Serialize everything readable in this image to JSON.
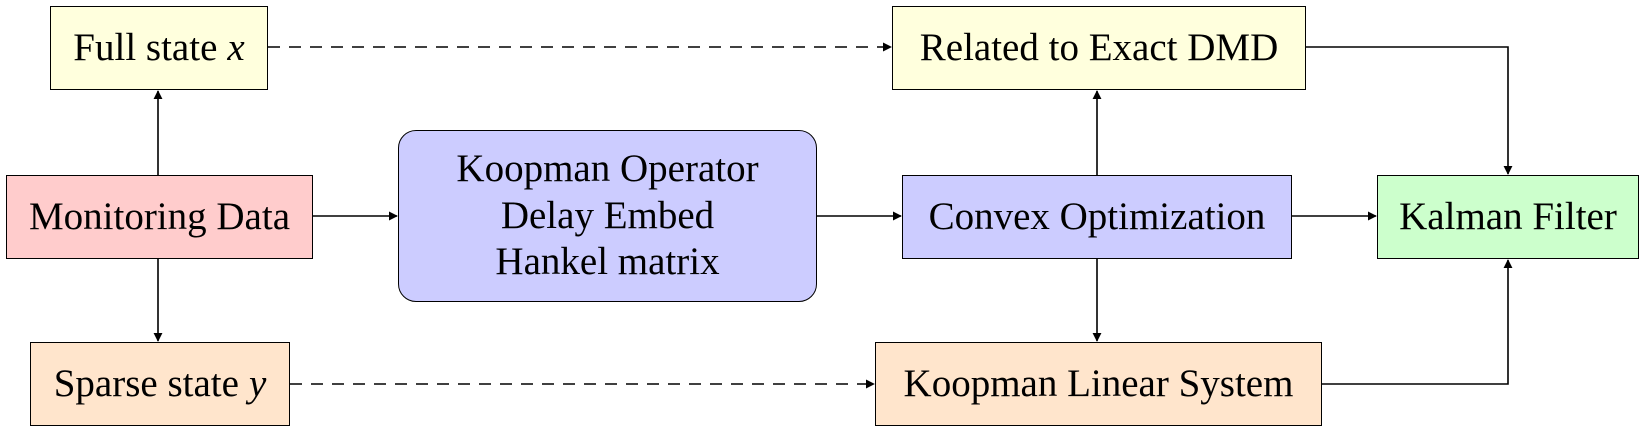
{
  "nodes": {
    "full_state": {
      "label": "Full state",
      "var": "x",
      "fill": "#ffffdd"
    },
    "exact_dmd": {
      "label": "Related to Exact DMD",
      "fill": "#ffffdd"
    },
    "monitoring": {
      "label": "Monitoring Data",
      "fill": "#ffcccc"
    },
    "koopman_op": {
      "lines": [
        "Koopman Operator",
        "Delay Embed",
        "Hankel matrix"
      ],
      "fill": "#ccccff"
    },
    "convex": {
      "label": "Convex Optimization",
      "fill": "#ccccff"
    },
    "kalman": {
      "label": "Kalman Filter",
      "fill": "#ccffcc"
    },
    "sparse_state": {
      "label": "Sparse state",
      "var": "y",
      "fill": "#ffe5cc"
    },
    "koopman_linear": {
      "label": "Koopman Linear System",
      "fill": "#ffe5cc"
    }
  },
  "edges": [
    {
      "from": "monitoring",
      "to": "full_state",
      "style": "solid"
    },
    {
      "from": "monitoring",
      "to": "sparse_state",
      "style": "solid"
    },
    {
      "from": "monitoring",
      "to": "koopman_op",
      "style": "solid"
    },
    {
      "from": "koopman_op",
      "to": "convex",
      "style": "solid"
    },
    {
      "from": "convex",
      "to": "exact_dmd",
      "style": "solid"
    },
    {
      "from": "convex",
      "to": "koopman_linear",
      "style": "solid"
    },
    {
      "from": "convex",
      "to": "kalman",
      "style": "solid"
    },
    {
      "from": "exact_dmd",
      "to": "kalman",
      "style": "solid"
    },
    {
      "from": "koopman_linear",
      "to": "kalman",
      "style": "solid"
    },
    {
      "from": "full_state",
      "to": "exact_dmd",
      "style": "dashed"
    },
    {
      "from": "sparse_state",
      "to": "koopman_linear",
      "style": "dashed"
    }
  ]
}
